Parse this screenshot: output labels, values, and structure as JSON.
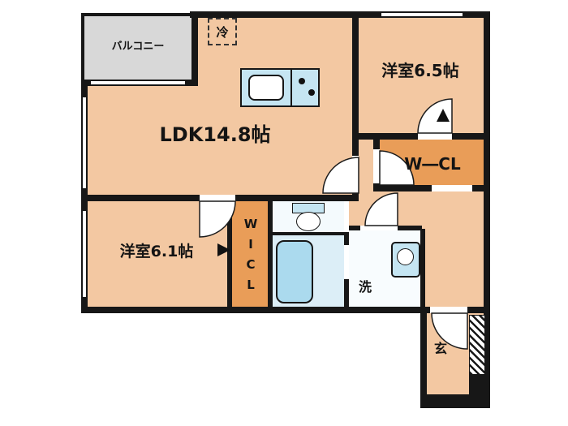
{
  "colors": {
    "wall": "#171717",
    "room_peach": "#f3c8a2",
    "closet_orange": "#e99d58",
    "balcony_gray": "#d8d8d8",
    "fixture_blue": "#c5e5f2",
    "tub_blue": "#abdaee",
    "bath_floor": "#dceef7",
    "toilet_floor": "#f4fafd",
    "laundry_floor": "#f8fcfe"
  },
  "rooms": {
    "balcony": {
      "label": "バルコニー"
    },
    "fridge": {
      "label": "冷"
    },
    "bedroom_top": {
      "label": "洋室6.5帖"
    },
    "ldk": {
      "label": "LDK14.8帖"
    },
    "wcl": {
      "label": "W―CL"
    },
    "bedroom_bottom": {
      "label": "洋室6.1帖"
    },
    "wicl": {
      "letters": [
        "W",
        "I",
        "C",
        "L"
      ]
    },
    "laundry": {
      "label": "洗"
    },
    "entrance": {
      "label": "玄"
    }
  }
}
